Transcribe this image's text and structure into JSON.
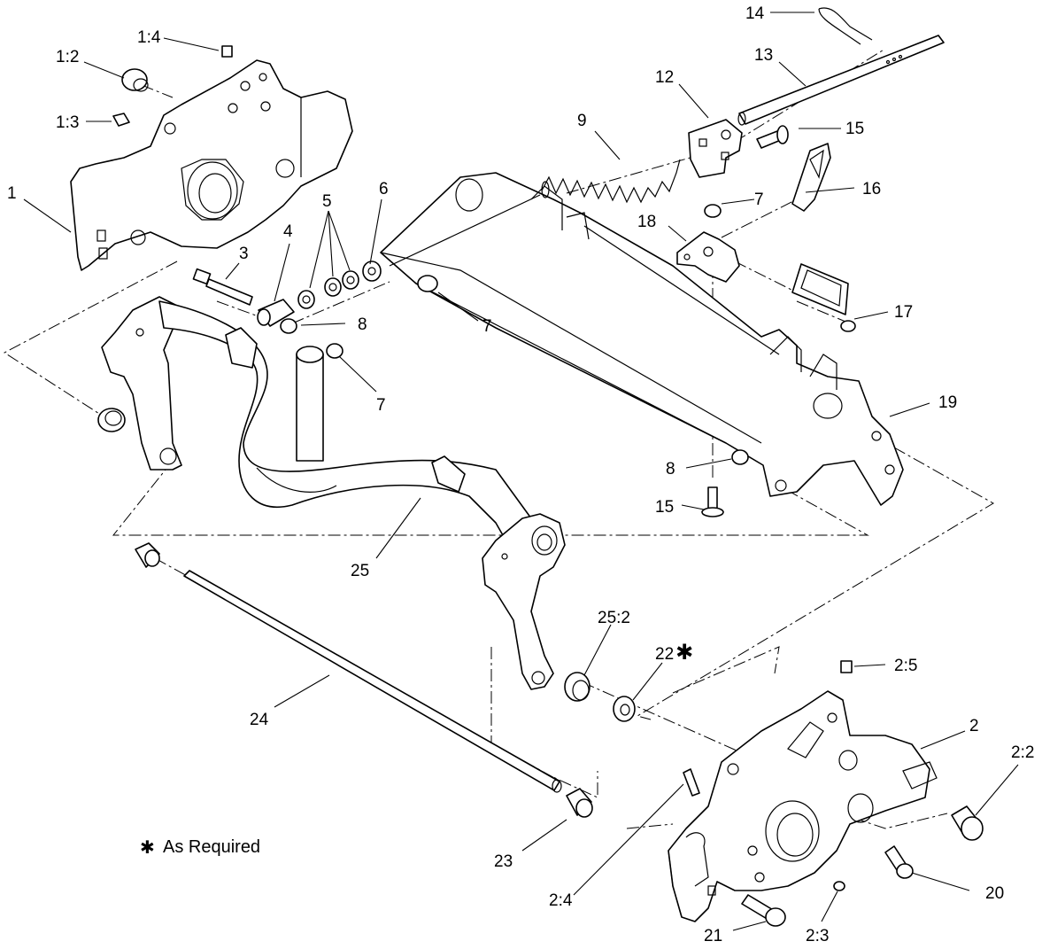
{
  "labels": {
    "l_14": "14",
    "l_13": "13",
    "l_1_4": "1:4",
    "l_1_2": "1:2",
    "l_1_3": "1:3",
    "l_12": "12",
    "l_9": "9",
    "l_15a": "15",
    "l_16": "16",
    "l_7a": "7",
    "l_18": "18",
    "l_1": "1",
    "l_6": "6",
    "l_5": "5",
    "l_4": "4",
    "l_3": "3",
    "l_7b": "7",
    "l_8a": "8",
    "l_17": "17",
    "l_7c": "7",
    "l_19": "19",
    "l_8b": "8",
    "l_15b": "15",
    "l_25": "25",
    "l_25_2": "25:2",
    "l_22": "22",
    "l_2_5": "2:5",
    "l_2": "2",
    "l_2_2": "2:2",
    "l_24": "24",
    "l_20": "20",
    "l_23": "23",
    "l_2_4": "2:4",
    "l_21": "21",
    "l_2_3": "2:3"
  },
  "note": {
    "symbol": "✱",
    "text": "As Required"
  }
}
